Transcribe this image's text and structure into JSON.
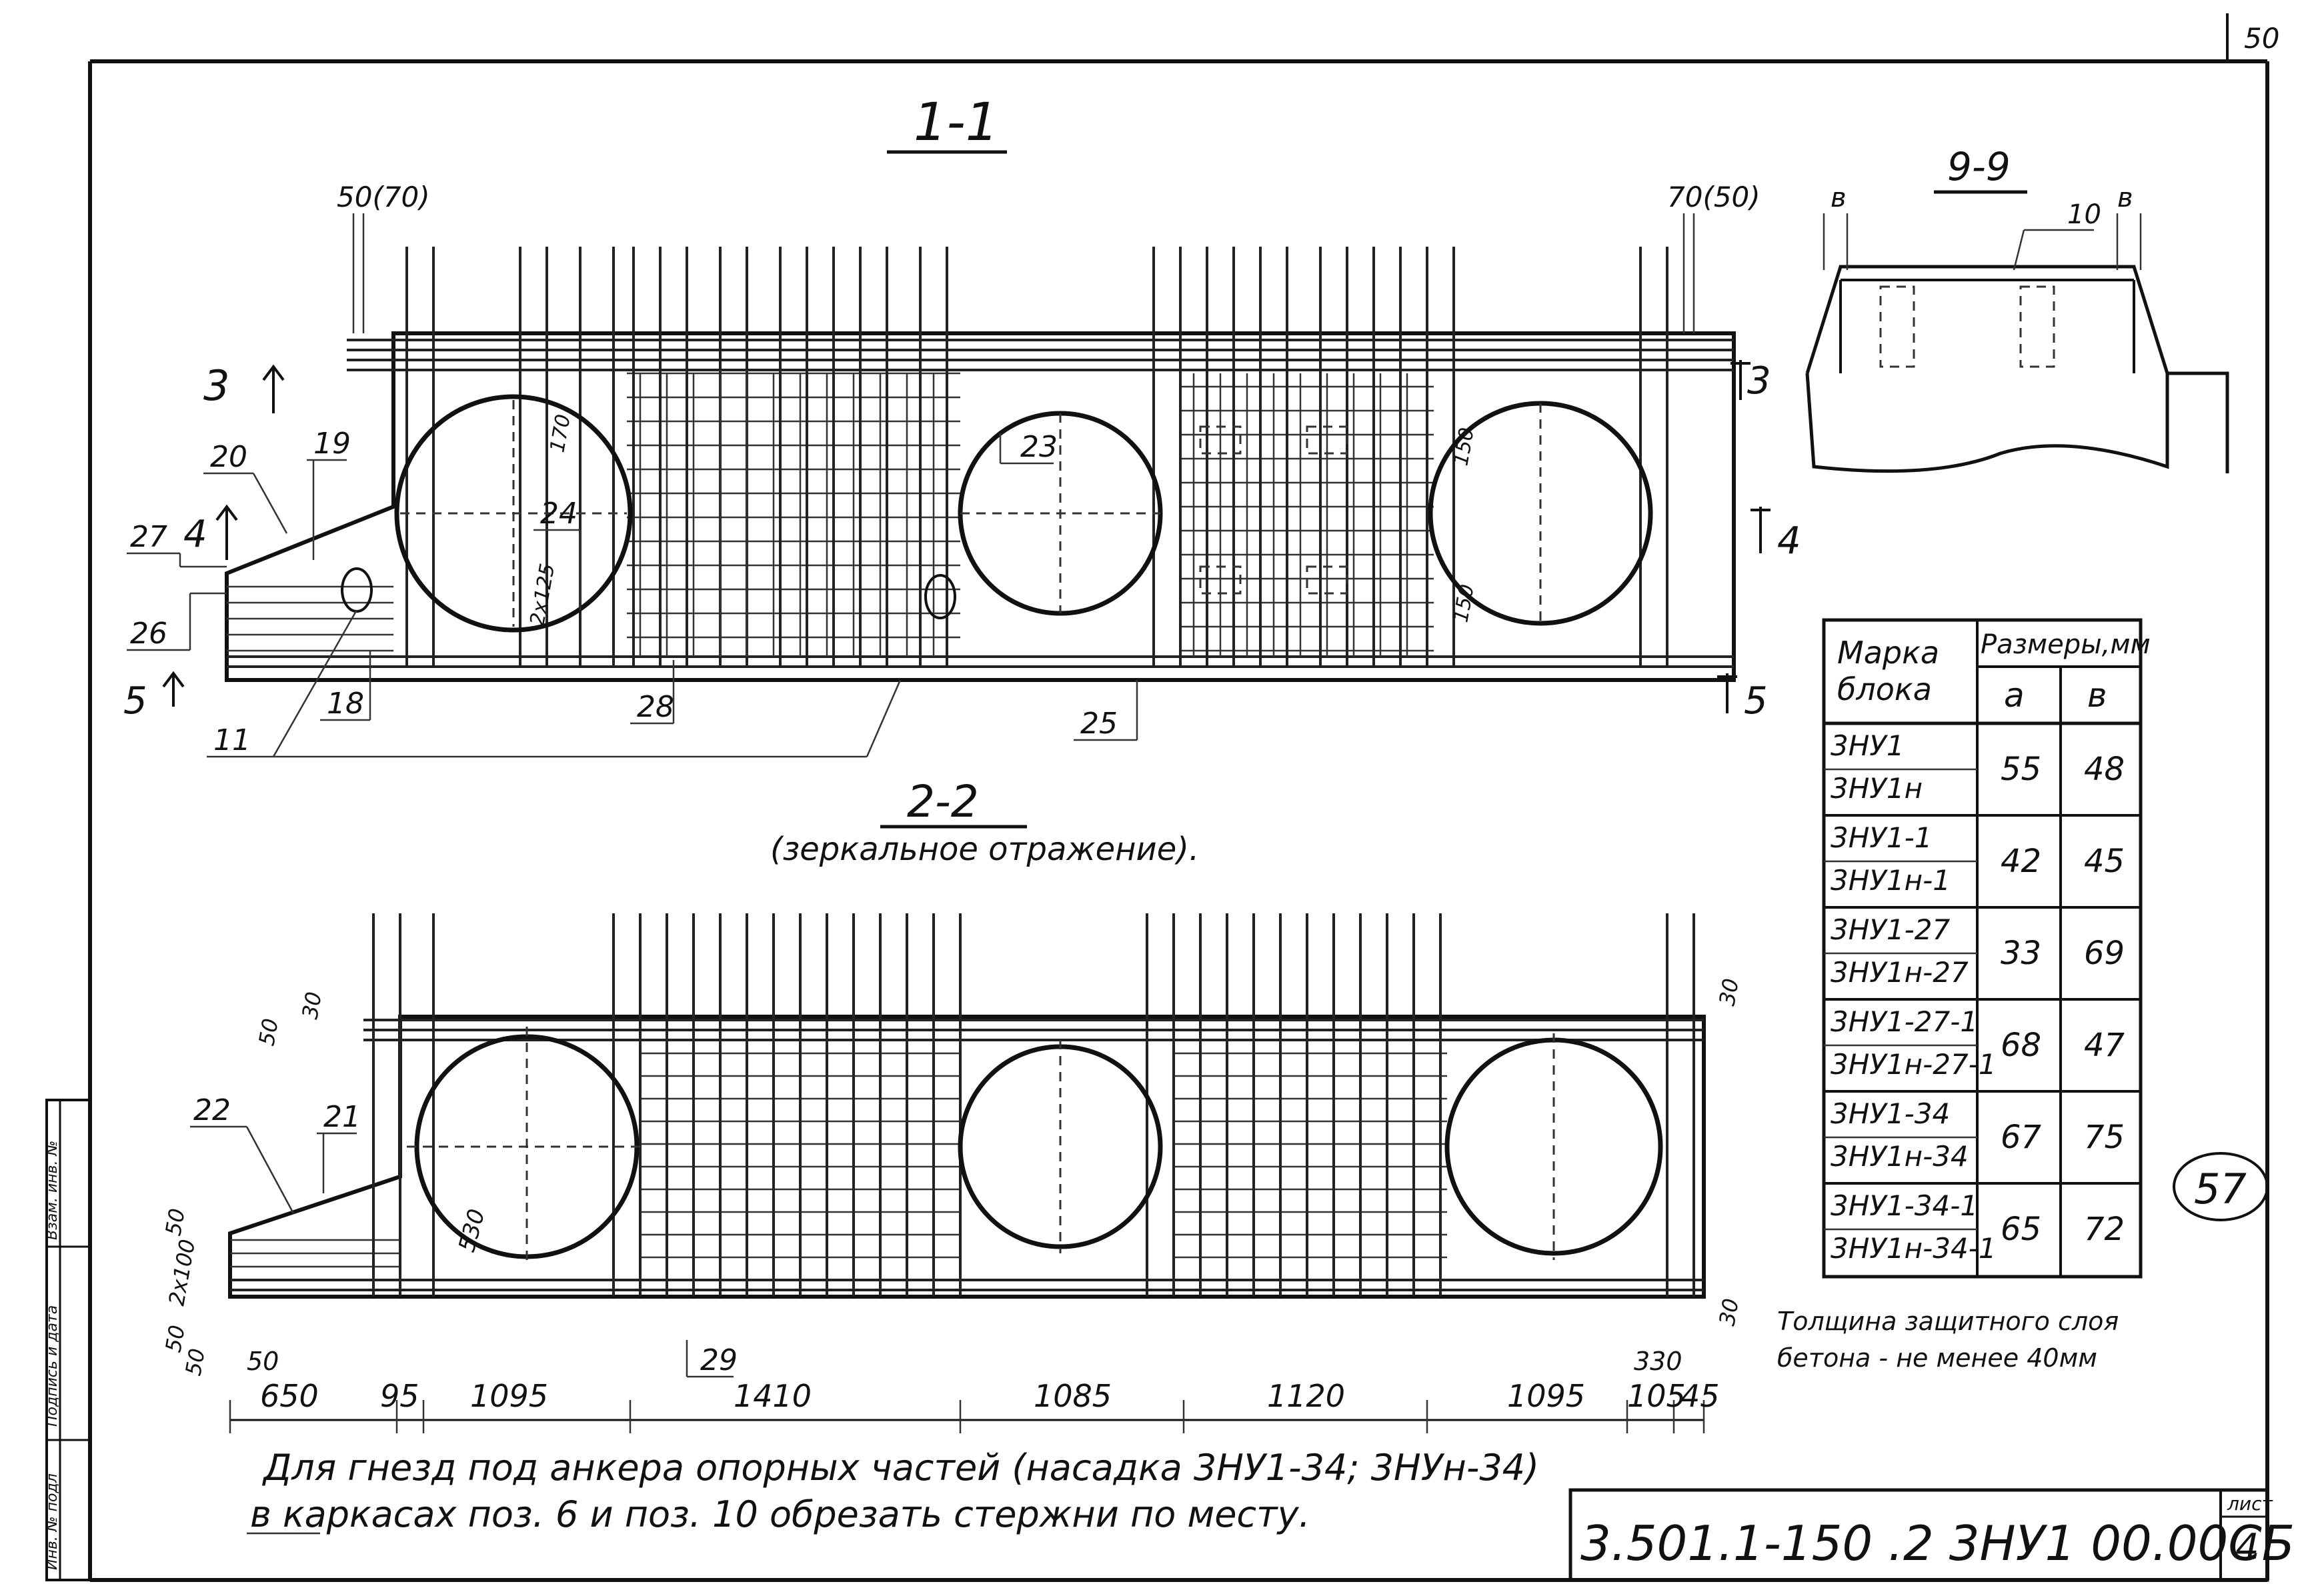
{
  "sheet": {
    "page_corner_number": "50",
    "stamp_number": "57",
    "doc_code": "3.501.1-150  .2  3НУ1 00.00СБ",
    "sheet_label": "лист",
    "sheet_number": "4"
  },
  "side_stamp": {
    "inv_orig": "Инв. № подл",
    "signature_date": "Подпись и дата",
    "inv_replace": "Взам. инв. №"
  },
  "section_1_1": {
    "title": "1-1",
    "dim_left": "50(70)",
    "dim_right": "70(50)",
    "cut_marks": [
      "3",
      "4",
      "5",
      "3",
      "4",
      "5"
    ],
    "callouts": [
      "20",
      "19",
      "27",
      "26",
      "11",
      "18",
      "28",
      "24",
      "23",
      "25"
    ],
    "dims_inside": [
      "170",
      "2x125",
      "150",
      "150"
    ]
  },
  "section_9_9": {
    "title": "9-9",
    "dim_a": "в",
    "dim_b": "в",
    "callout": "10"
  },
  "section_2_2": {
    "title": "2-2",
    "subtitle": "(зеркальное отражение).",
    "callouts": [
      "22",
      "21",
      "29"
    ],
    "dims_left": [
      "50",
      "30",
      "50",
      "2x100",
      "50",
      "50"
    ],
    "dims_right": [
      "30",
      "30",
      "330"
    ],
    "dim_inside": "530",
    "bottom_dims": [
      "650",
      "95",
      "1095",
      "1410",
      "1085",
      "1120",
      "1095",
      "105",
      "45"
    ],
    "dim_50_bottom": "50"
  },
  "size_table": {
    "col_mark": "Марка блока",
    "col_sizes": "Размеры,мм",
    "col_a": "а",
    "col_b": "в",
    "rows": [
      {
        "marks": [
          "3НУ1",
          "3НУ1н"
        ],
        "a": "55",
        "b": "48"
      },
      {
        "marks": [
          "3НУ1-1",
          "3НУ1н-1"
        ],
        "a": "42",
        "b": "45"
      },
      {
        "marks": [
          "3НУ1-27",
          "3НУ1н-27"
        ],
        "a": "33",
        "b": "69"
      },
      {
        "marks": [
          "3НУ1-27-1",
          "3НУ1н-27-1"
        ],
        "a": "68",
        "b": "47"
      },
      {
        "marks": [
          "3НУ1-34",
          "3НУ1н-34"
        ],
        "a": "67",
        "b": "75"
      },
      {
        "marks": [
          "3НУ1-34-1",
          "3НУ1н-34-1"
        ],
        "a": "65",
        "b": "72"
      }
    ]
  },
  "notes": {
    "cover_line1": "Толщина защитного слоя",
    "cover_line2": "бетона - не менее 40мм",
    "main_line1": "Для гнезд под анкера опорных частей (насадка 3НУ1-34; 3НУн-34)",
    "main_line2": "в каркасах поз. 6 и поз. 10 обрезать стержни по месту."
  }
}
